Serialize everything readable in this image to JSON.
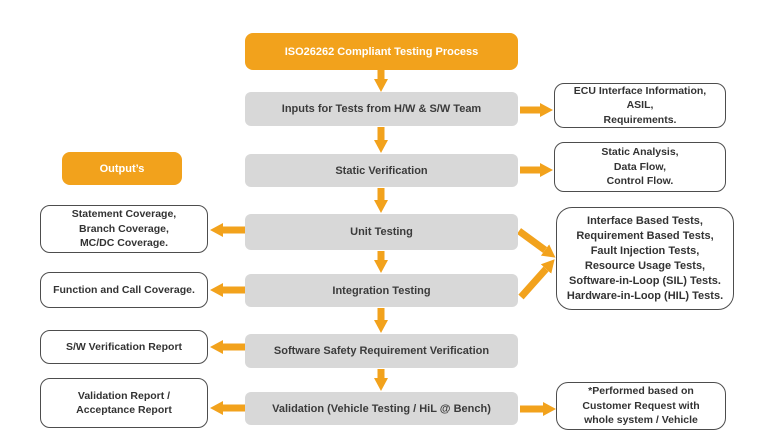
{
  "diagram": {
    "title": "ISO26262 Compliant Testing Process",
    "outputs_label": "Output’s",
    "process_steps": [
      {
        "label": "Inputs for Tests from H/W & S/W Team"
      },
      {
        "label": "Static Verification"
      },
      {
        "label": "Unit Testing"
      },
      {
        "label": "Integration Testing"
      },
      {
        "label": "Software Safety Requirement Verification"
      },
      {
        "label": "Validation (Vehicle Testing / HiL @ Bench)"
      }
    ],
    "left_output_notes": [
      {
        "text": "Statement Coverage,\nBranch Coverage,\nMC/DC Coverage."
      },
      {
        "text": "Function and Call Coverage."
      },
      {
        "text": "S/W Verification Report"
      },
      {
        "text": "Validation Report /\nAcceptance Report"
      }
    ],
    "right_notes": [
      {
        "text": "ECU Interface Information,\nASIL,\nRequirements."
      },
      {
        "text": "Static Analysis,\nData Flow,\nControl Flow."
      },
      {
        "text": "Interface Based Tests,\nRequirement Based Tests,\nFault Injection Tests,\nResource Usage Tests,\nSoftware-in-Loop (SIL) Tests.\nHardware-in-Loop (HIL) Tests."
      },
      {
        "text": "*Performed based on\nCustomer Request with\nwhole system / Vehicle"
      }
    ],
    "colors": {
      "accent_orange": "#F2A21C",
      "step_gray": "#D8D8D8",
      "text_dark": "#3B3B3B",
      "note_border": "#4D4D4D",
      "title_text": "#FFFFFF"
    }
  }
}
